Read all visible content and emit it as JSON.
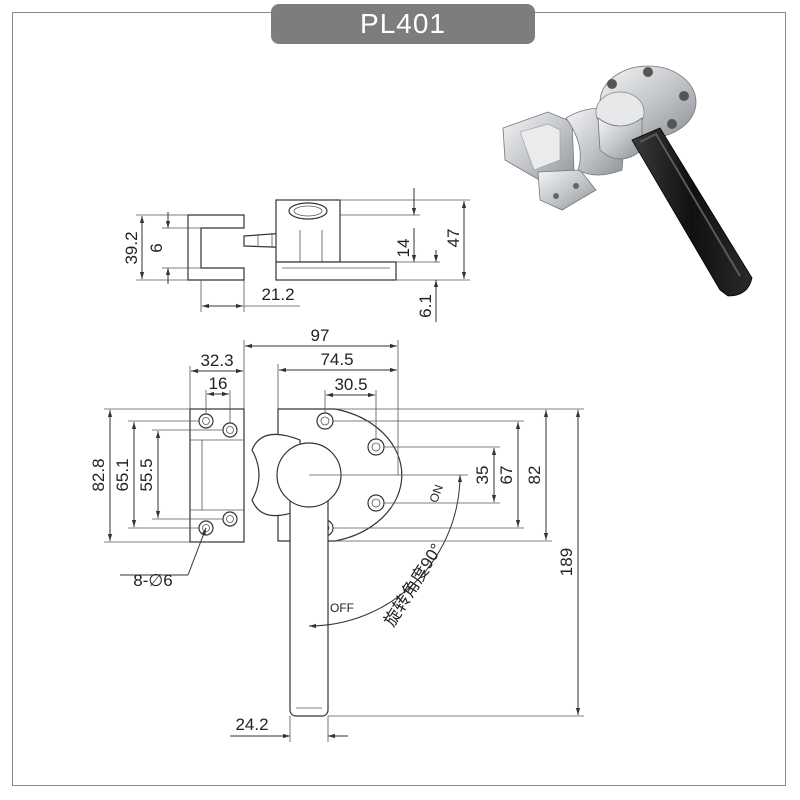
{
  "title": "PL401",
  "dimensions": {
    "side_view": {
      "total_height_left": "39.2",
      "inner_gap": "6",
      "width_bottom": "21.2",
      "slot_height": "14",
      "total_height_right": "47",
      "base_thickness": "6.1"
    },
    "top_view": {
      "overall_width": "97",
      "hub_width": "74.5",
      "hole_offset": "30.5",
      "keeper_width": "32.3",
      "keeper_hole_spacing": "16",
      "keeper_height": "82.8",
      "keeper_inner_1": "65.1",
      "keeper_inner_2": "55.5",
      "hole_spacing_v": "35",
      "flange_height": "67",
      "flange_outer": "82",
      "total_length": "189",
      "handle_width": "24.2",
      "holes_note": "8-∅6"
    }
  },
  "labels": {
    "on": "ON",
    "off": "OFF",
    "rotation": "旋转角度90°"
  },
  "colors": {
    "title_bg": "#7d7d7d",
    "title_fg": "#ffffff",
    "frame": "#8a8a8a",
    "handle_grip": "#1c1c1c",
    "steel": "#c9ccd0"
  },
  "photo": {
    "icon": "latch-product-photo"
  }
}
